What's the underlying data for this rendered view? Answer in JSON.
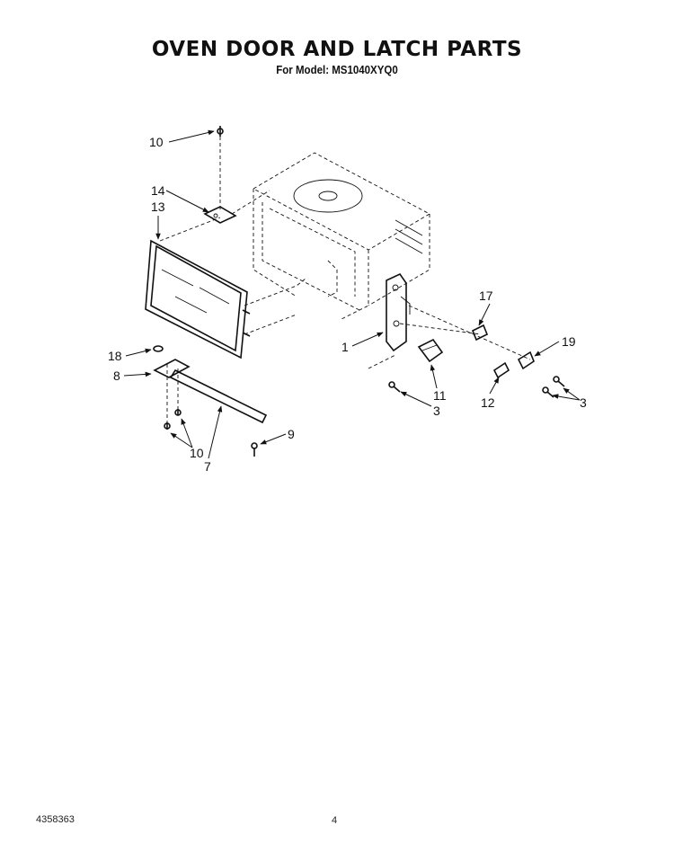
{
  "title": "OVEN DOOR AND LATCH PARTS",
  "subtitle": "For Model: MS1040XYQ0",
  "callouts": [
    "10",
    "14",
    "13",
    "18",
    "8",
    "10",
    "7",
    "9",
    "1",
    "17",
    "19",
    "11",
    "3",
    "12",
    "3"
  ],
  "footer": {
    "part_number": "4358363",
    "page": "4"
  }
}
